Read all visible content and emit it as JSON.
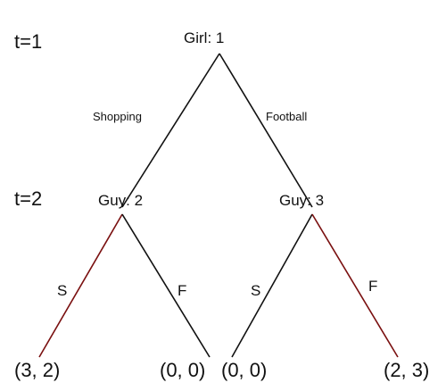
{
  "time_labels": {
    "t1": "t=1",
    "t2": "t=2"
  },
  "nodes": {
    "girl": "Girl: 1",
    "guy_left": "Guy: 2",
    "guy_right": "Guy: 3"
  },
  "actions": {
    "girl_left": "Shopping",
    "girl_right": "Football",
    "guy2_left": "S",
    "guy2_right": "F",
    "guy3_left": "S",
    "guy3_right": "F"
  },
  "payoffs": [
    "(3, 2)",
    "(0, 0)",
    "(0, 0)",
    "(2, 3)"
  ],
  "colors": {
    "edge": "#111111",
    "highlight": "#7a1010"
  }
}
